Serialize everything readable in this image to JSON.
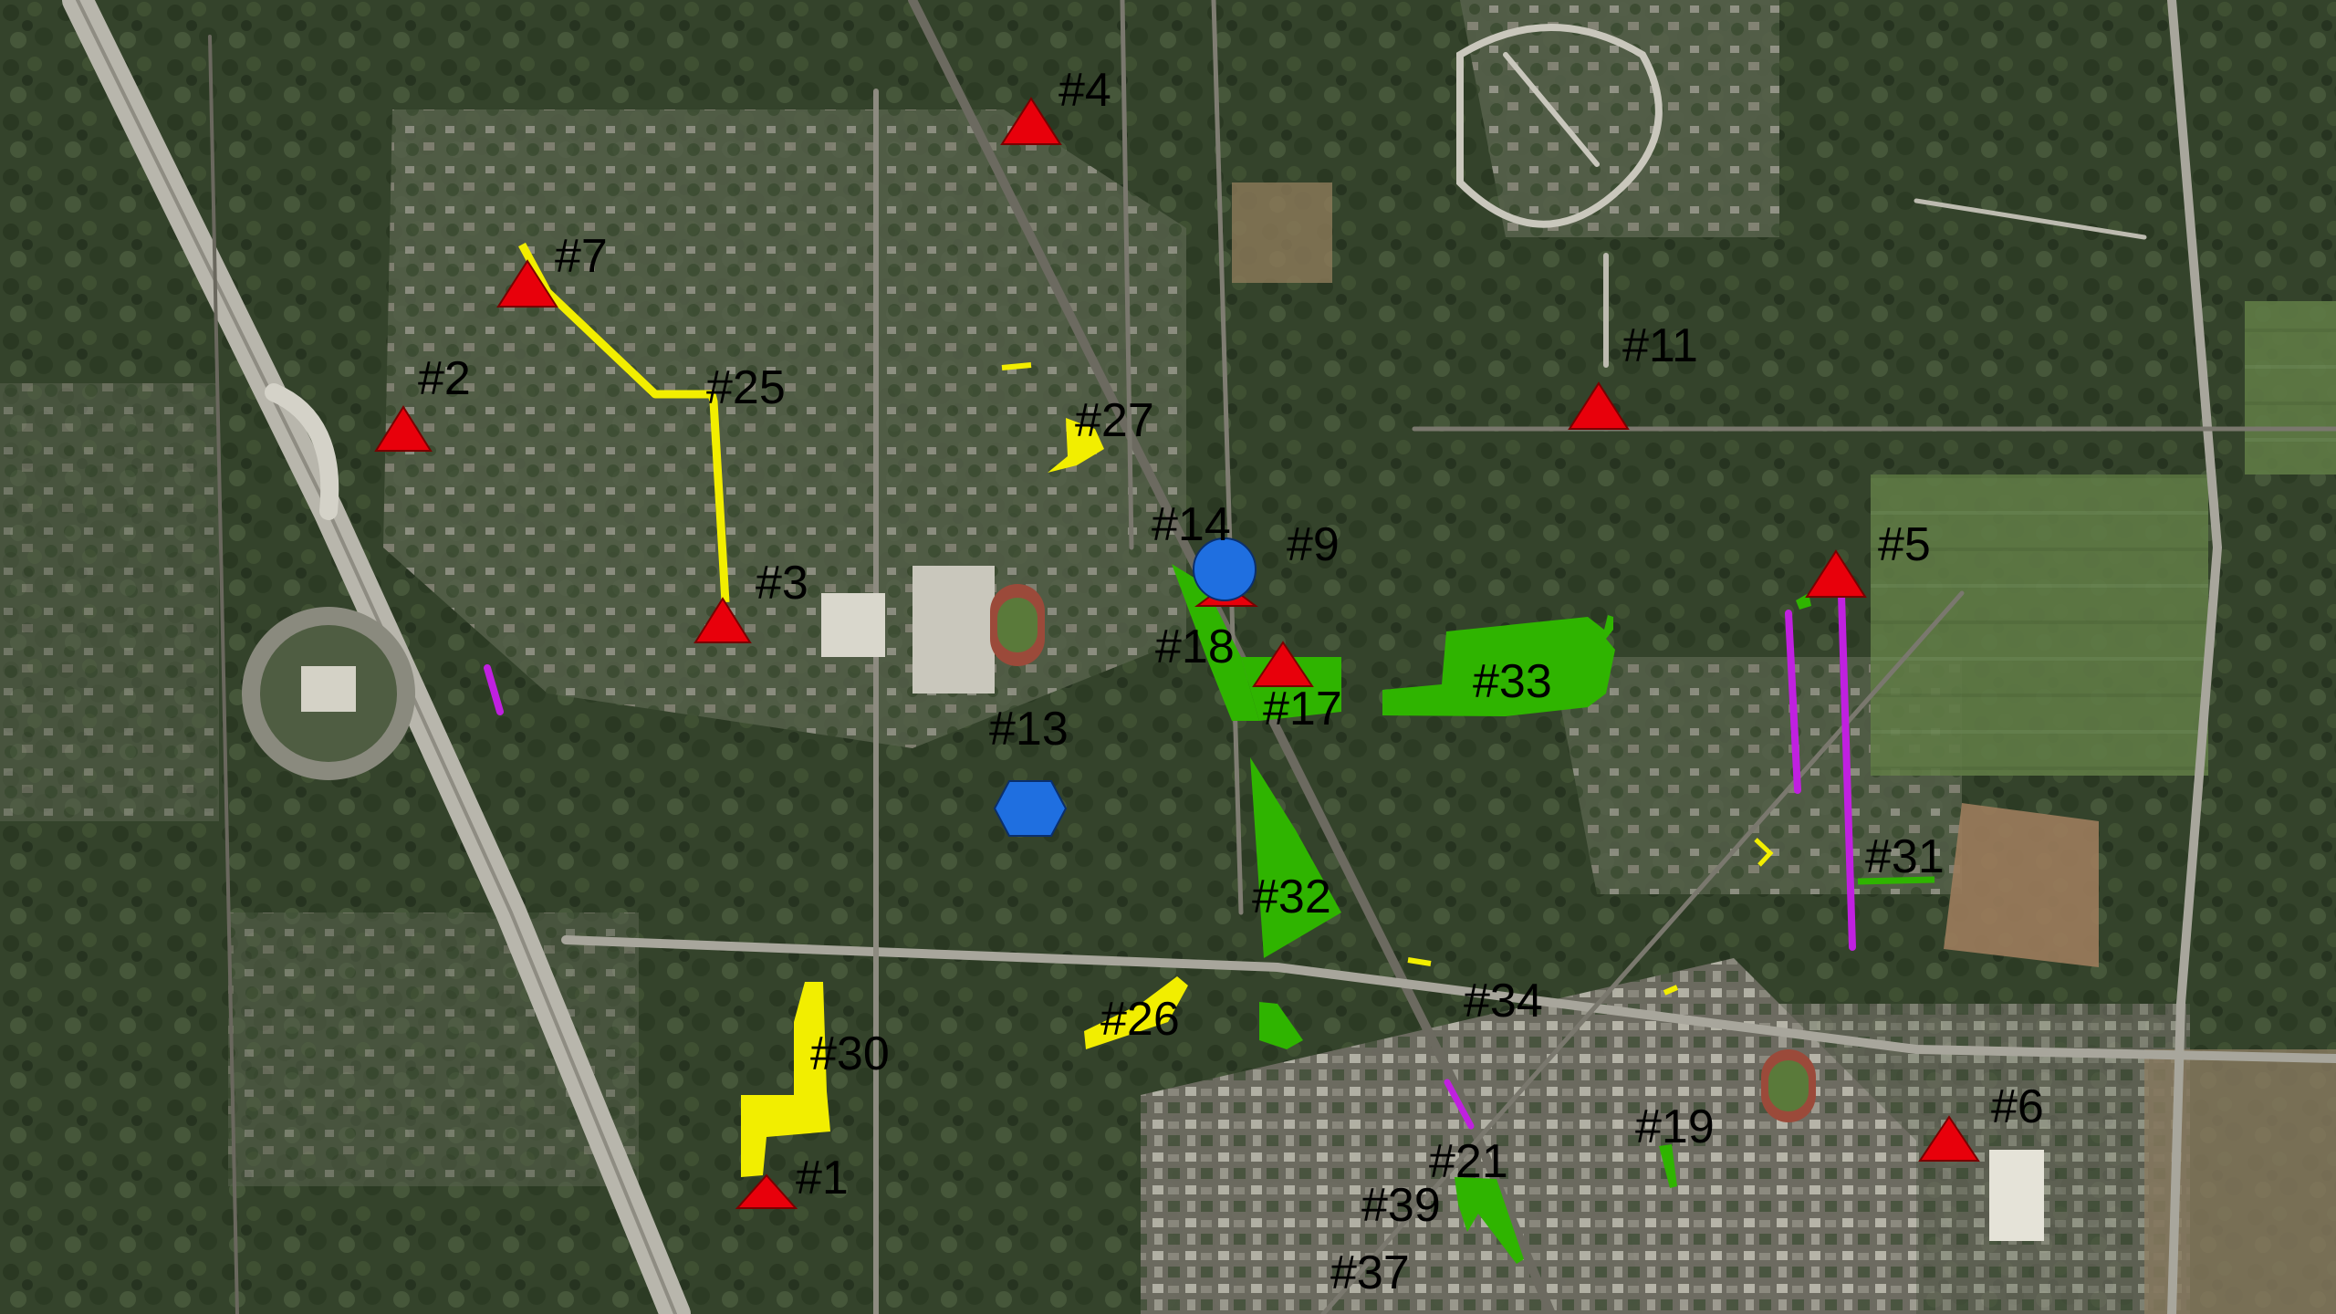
{
  "colors": {
    "site_marker": "#e8000b",
    "site_marker_stroke": "#7a0000",
    "blue_marker": "#1f6fe0",
    "blue_marker_stroke": "#0a2f6e",
    "yellow_area": "#f2ee00",
    "green_area": "#2fb400",
    "magenta_line": "#c020e0",
    "label_text": "#000000"
  },
  "sites": [
    {
      "id": "s1",
      "label": "#1",
      "type": "triangle"
    },
    {
      "id": "s2",
      "label": "#2",
      "type": "triangle"
    },
    {
      "id": "s3",
      "label": "#3",
      "type": "triangle"
    },
    {
      "id": "s4",
      "label": "#4",
      "type": "triangle"
    },
    {
      "id": "s5",
      "label": "#5",
      "type": "triangle"
    },
    {
      "id": "s6",
      "label": "#6",
      "type": "triangle"
    },
    {
      "id": "s7",
      "label": "#7",
      "type": "triangle"
    },
    {
      "id": "s9",
      "label": "#9",
      "type": "triangle"
    },
    {
      "id": "s11",
      "label": "#11",
      "type": "triangle"
    },
    {
      "id": "s17",
      "label": "#17",
      "type": "triangle"
    },
    {
      "id": "s14",
      "label": "#14",
      "type": "circle"
    },
    {
      "id": "s13",
      "label": "#13",
      "type": "hexagon"
    }
  ],
  "areas": [
    {
      "id": "a18",
      "label": "#18",
      "color": "green"
    },
    {
      "id": "a19",
      "label": "#19",
      "color": "green"
    },
    {
      "id": "a21",
      "label": "#21",
      "color": "magenta"
    },
    {
      "id": "a25",
      "label": "#25",
      "color": "yellow"
    },
    {
      "id": "a26",
      "label": "#26",
      "color": "yellow"
    },
    {
      "id": "a27",
      "label": "#27",
      "color": "yellow"
    },
    {
      "id": "a30",
      "label": "#30",
      "color": "yellow"
    },
    {
      "id": "a31",
      "label": "#31",
      "color": "green"
    },
    {
      "id": "a32",
      "label": "#32",
      "color": "green"
    },
    {
      "id": "a33",
      "label": "#33",
      "color": "green"
    },
    {
      "id": "a34",
      "label": "#34",
      "color": "yellow"
    },
    {
      "id": "a37",
      "label": "#37",
      "color": "green"
    },
    {
      "id": "a39",
      "label": "#39",
      "color": "green"
    }
  ]
}
